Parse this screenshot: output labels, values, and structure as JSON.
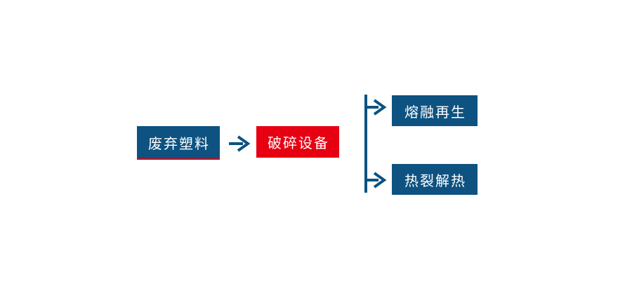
{
  "colors": {
    "background": "#ffffff",
    "node_blue": "#0d5280",
    "node_red": "#e60012",
    "accent_underline_red": "#e60012",
    "connector_blue": "#0d5280",
    "node_text": "#ffffff"
  },
  "flowchart": {
    "nodes": {
      "source": {
        "label": "废弃塑料"
      },
      "process": {
        "label": "破碎设备"
      },
      "branch_top": {
        "label": "熔融再生"
      },
      "branch_bottom": {
        "label": "热裂解热"
      }
    },
    "edges": [
      {
        "from": "source",
        "to": "process",
        "type": "arrow"
      },
      {
        "from": "branch_line",
        "to": "branch_top",
        "type": "arrow"
      },
      {
        "from": "branch_line",
        "to": "branch_bottom",
        "type": "arrow"
      }
    ]
  }
}
